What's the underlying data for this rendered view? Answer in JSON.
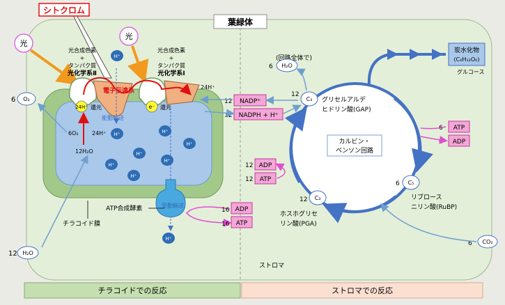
{
  "labels": {
    "chloroplast": "葉緑体",
    "cytochrome": "シトクロム",
    "light": "光",
    "pigment_line1": "光合成色素",
    "plus": "+",
    "pigment_line2": "タンパク質",
    "ps2": "光化学系Ⅱ",
    "ps1": "光化学系Ⅰ",
    "electron_transport": "電子伝達系",
    "active_transport": "能動輸送",
    "reduction": "還元",
    "e_minus": "e⁻",
    "hplus": "H⁺",
    "h24": "24H⁺",
    "h6o2": "6O₂",
    "h12h2o": "12H₂O",
    "o2": "O₂",
    "h2o": "H₂O",
    "atp_synthase": "ATP合成酵素",
    "passive_transport": "受動輸送",
    "thylakoid_membrane": "チラコイド膜",
    "nadp": "NADP⁺",
    "nadph": "NADPH + H⁺",
    "adp": "ADP",
    "atp": "ATP",
    "whole_cycle": "(回路全体で)",
    "c3": "C₃",
    "c5": "C₅",
    "co2": "CO₂",
    "gap_line1": "グリセルアルデ",
    "gap_line2": "ヒドリン酸(GAP)",
    "pga_line1": "ホスホグリセ",
    "pga_line2": "リン酸(PGA)",
    "rubp_line1": "リブロース",
    "rubp_line2": "ニリン酸(RuBP)",
    "calvin_line1": "カルビン・",
    "calvin_line2": "ベンソン回路",
    "carb_line1": "炭水化物",
    "carb_line2": "(C₆H₁₂O₆)",
    "glucose": "グルコース",
    "stroma": "ストロマ",
    "thylakoid_reaction": "チラコイドでの反応",
    "stroma_reaction": "ストロマでの反応"
  },
  "coef": {
    "n6": "6",
    "n12": "12",
    "n16": "16"
  },
  "colors": {
    "stroma": "#e4efd9",
    "membrane": "#a3c98a",
    "lumen": "#a9c8ea",
    "proton": "#2e6db5",
    "cycle": "#4472c4",
    "pink_box": "#f4a6d7",
    "pink_border": "#c0399b",
    "complex": "#f0b080",
    "red": "#e01010",
    "orange": "#f19a1e"
  }
}
